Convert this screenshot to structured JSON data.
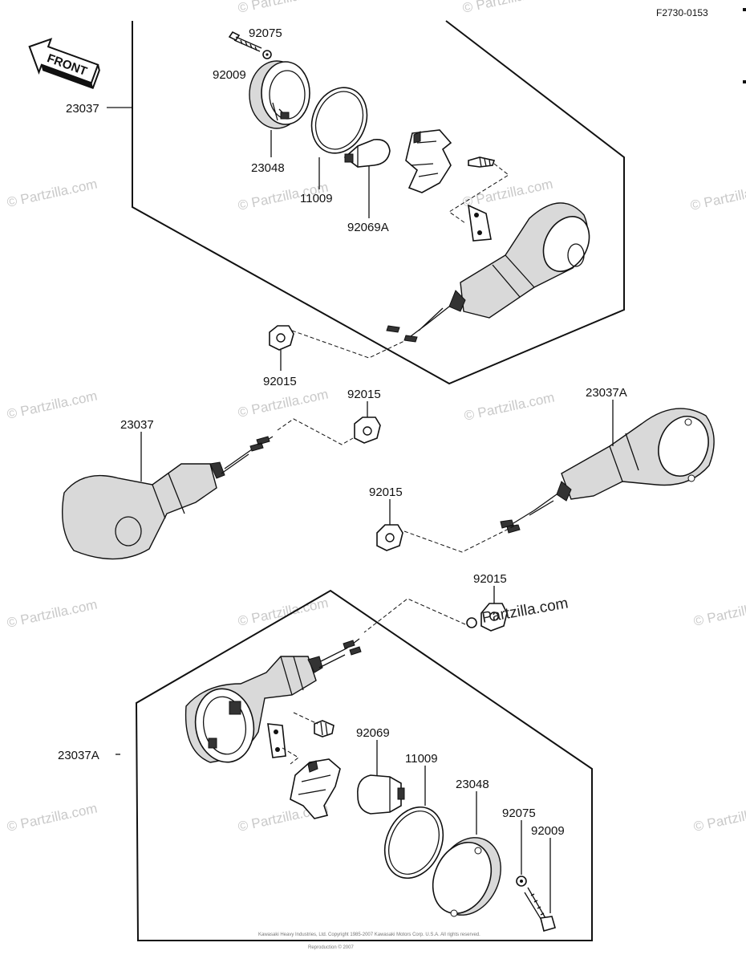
{
  "diagram_code": "F2730-0153",
  "front_label": "FRONT",
  "watermark": "© Partzilla.com",
  "watermark_overlay": "Partzilla.com",
  "footer_copyright": "Kawasaki Heavy Industries, Ltd. Copyright 1985-2007 Kawasaki Motors Corp. U.S.A. All rights reserved.",
  "footer_reproduction": "Reproduction © 2007",
  "callouts": {
    "top_92075": "92075",
    "top_92009": "92009",
    "top_23037": "23037",
    "top_23048": "23048",
    "top_11009": "11009",
    "top_92069A": "92069A",
    "mid_92015_a": "92015",
    "mid_92015_b": "92015",
    "mid_23037": "23037",
    "mid_23037A": "23037A",
    "mid_92015_c": "92015",
    "mid_92015_d": "92015",
    "bot_23037A": "23037A",
    "bot_92069": "92069",
    "bot_11009": "11009",
    "bot_23048": "23048",
    "bot_92075": "92075",
    "bot_92009": "92009"
  }
}
